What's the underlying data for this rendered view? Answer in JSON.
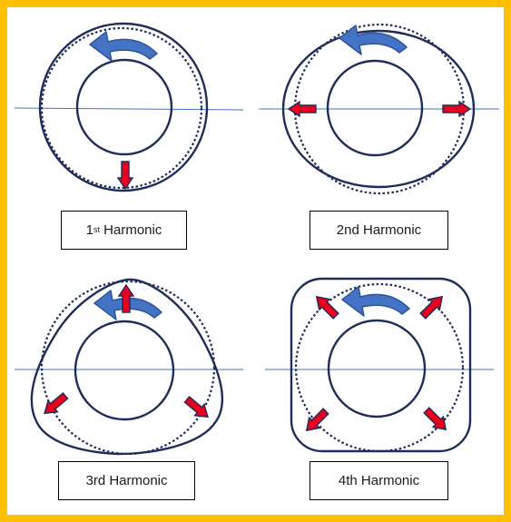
{
  "colors": {
    "frame": "#FFC000",
    "outline": "#1F2D5A",
    "axis_line": "#4472C4",
    "rotation_arrow_fill": "#4472C4",
    "rotation_arrow_stroke": "#2F5597",
    "force_arrow_fill": "#E8001C",
    "force_arrow_stroke": "#1F2D5A"
  },
  "panels": [
    {
      "label_prefix": "1",
      "label_superscript": "st",
      "label_suffix": " Harmonic",
      "label": "1st Harmonic",
      "force_arrow_count": 1
    },
    {
      "label": "2nd Harmonic",
      "force_arrow_count": 2
    },
    {
      "label": "3rd Harmonic",
      "force_arrow_count": 3
    },
    {
      "label": "4th Harmonic",
      "force_arrow_count": 4
    }
  ],
  "icons": {
    "rotation": "curved-arrow-counterclockwise-icon",
    "force": "block-arrow-icon"
  }
}
